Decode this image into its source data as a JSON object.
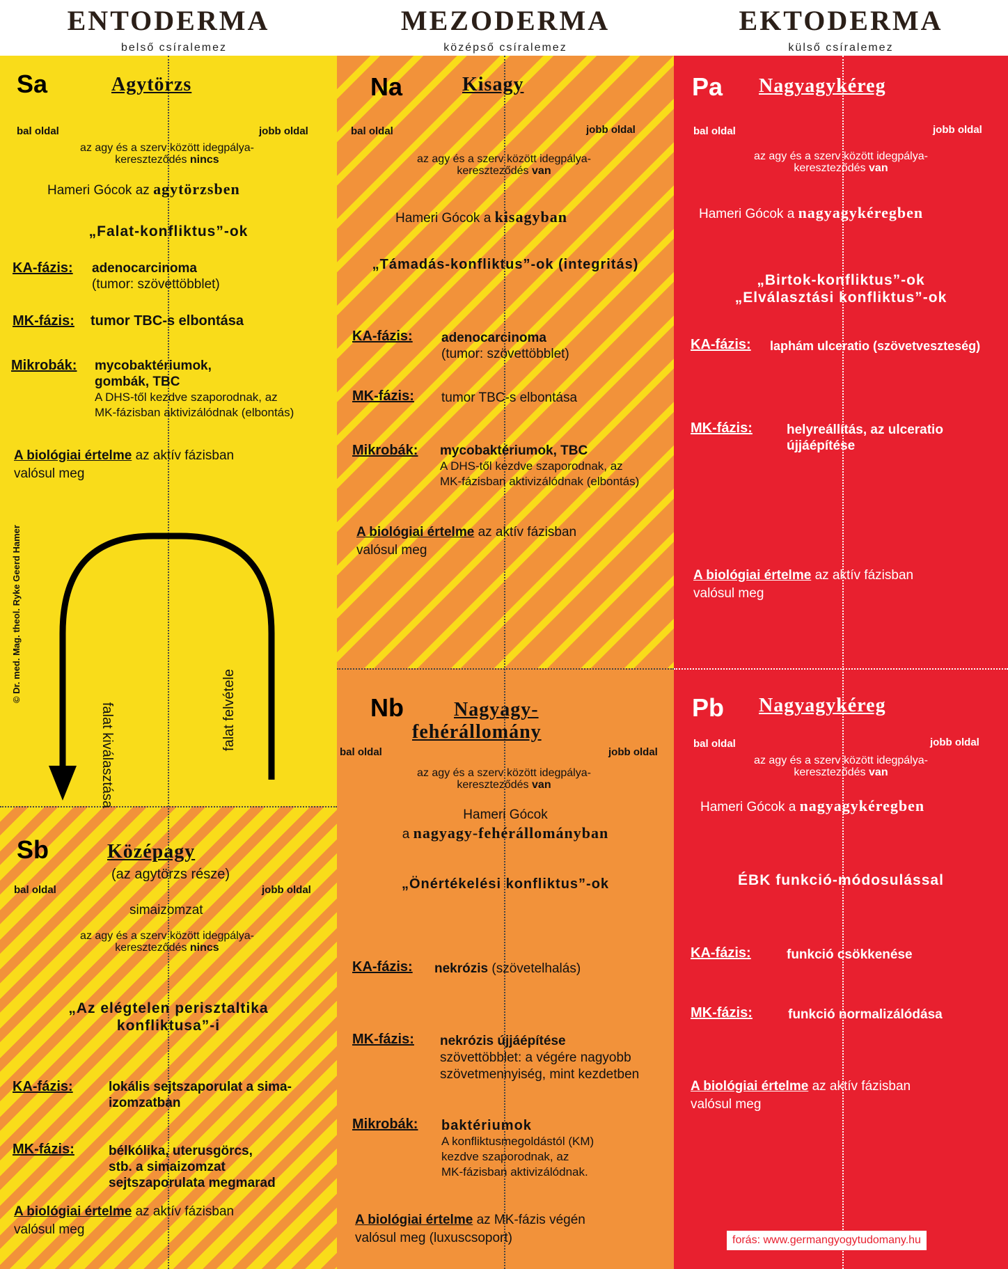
{
  "colors": {
    "yellow": "#f9dc1a",
    "orange": "#f2923a",
    "red": "#e8202f",
    "title": "#2b1f18"
  },
  "headers": [
    {
      "title": "ENTODERMA",
      "subtitle": "belső csíralemez"
    },
    {
      "title": "MEZODERMA",
      "subtitle": "középső csíralemez"
    },
    {
      "title": "EKTODERMA",
      "subtitle": "külső csíralemez"
    }
  ],
  "common": {
    "left": "bal oldal",
    "right": "jobb oldal",
    "hamer": "Hameri Gócok",
    "ka": "KA-fázis:",
    "mk": "MK-fázis:",
    "mikro": "Mikrobák:",
    "bio": "A biológiai értelme"
  },
  "sa": {
    "code": "Sa",
    "organ": "Agytörzs",
    "cross1": "az agy és a szerv között idegpálya-",
    "cross2": "kereszteződés",
    "cross3": "nincs",
    "hamer_pre": "Hameri Gócok az",
    "hamer_b": "agytörzsben",
    "conflict": "„Falat-konfliktus”-ok",
    "ka1": "adenocarcinoma",
    "ka2": "(tumor: szövettöbblet)",
    "mk": "tumor TBC-s elbontása",
    "mikro1": "mycobaktériumok,",
    "mikro2": "gombák, TBC",
    "mikro3": "A DHS-től kezdve szaporodnak, az",
    "mikro4": "MK-fázisban aktivizálódnak (elbontás)",
    "bio_rest": "az aktív fázisban",
    "bio2": "valósul meg",
    "arrow_left": "falat kiválasztása",
    "arrow_right": "falat felvétele",
    "copyright": "© Dr. med. Mag. theol. Ryke Geerd Hamer"
  },
  "sb": {
    "code": "Sb",
    "organ": "Középagy",
    "organ_sub": "(az agytörzs része)",
    "tissue": "simaizomzat",
    "cross1": "az agy és a szerv között idegpálya-",
    "cross2": "kereszteződés",
    "cross3": "nincs",
    "conflict1": "„Az elégtelen perisztaltika",
    "conflict2": "konfliktusa”-i",
    "ka1": "lokális sejtszaporulat a sima-",
    "ka2": "izomzatban",
    "mk1": "bélkólika, uterusgörcs,",
    "mk2": "stb. a simaizomzat",
    "mk3": "sejtszaporulata megmarad",
    "bio_rest": "az aktív fázisban",
    "bio2": "valósul meg"
  },
  "na": {
    "code": "Na",
    "organ": "Kisagy",
    "cross1": "az agy és a szerv között  idegpálya-",
    "cross2": "kereszteződés",
    "cross3": "van",
    "hamer_pre": "Hameri Gócok a",
    "hamer_b": "kisagyban",
    "conflict": "„Támadás-konfliktus”-ok (integritás)",
    "ka1": "adenocarcinoma",
    "ka2": "(tumor: szövettöbblet)",
    "mk": "tumor TBC-s elbontása",
    "mikro1": "mycobaktériumok, TBC",
    "mikro2": "A DHS-től kezdve szaporodnak, az",
    "mikro3": "MK-fázisban aktivizálódnak (elbontás)",
    "bio_rest": "az aktív fázisban",
    "bio2": "valósul meg"
  },
  "nb": {
    "code": "Nb",
    "organ1": "Nagyagy-",
    "organ2": "fehérállomány",
    "cross1": "az agy és a szerv között idegpálya-",
    "cross2": "kereszteződés",
    "cross3": "van",
    "hamer1": "Hameri Gócok",
    "hamer_pre": "a",
    "hamer_b": "nagyagy-fehérállományban",
    "conflict": "„Önértékelési konfliktus”-ok",
    "ka1": "nekrózis",
    "ka2": "(szövetelhalás)",
    "mk1": "nekrózis újjáépítése",
    "mk2": "szövettöbblet: a végére nagyobb",
    "mk3": "szövetmennyiség, mint kezdetben",
    "mikro1": "baktériumok",
    "mikro2": "A konfliktusmegoldástól (KM)",
    "mikro3": "kezdve szaporodnak, az",
    "mikro4": "MK-fázisban aktivizálódnak.",
    "bio_rest": "az MK-fázis végén",
    "bio2": "valósul meg (luxuscsoport)"
  },
  "pa": {
    "code": "Pa",
    "organ": "Nagyagykéreg",
    "cross1": "az agy és a szerv között  idegpálya-",
    "cross2": "kereszteződés",
    "cross3": "van",
    "hamer_pre": "Hameri Gócok a",
    "hamer_b": "nagyagykéregben",
    "conflict1": "„Birtok-konfliktus”-ok",
    "conflict2": "„Elválasztási konfliktus”-ok",
    "ka": "laphám ulceratio (szövetveszteség)",
    "mk1": "helyreállítás, az ulceratio",
    "mk2": "újjáépítése",
    "bio_rest": "az aktív fázisban",
    "bio2": "valósul meg"
  },
  "pb": {
    "code": "Pb",
    "organ": "Nagyagykéreg",
    "cross1": "az agy és a szerv között  idegpálya-",
    "cross2": "kereszteződés",
    "cross3": "van",
    "hamer_pre": "Hameri Gócok a",
    "hamer_b": "nagyagykéregben",
    "conflict": "ÉBK funkció-módosulással",
    "ka": "funkció csökkenése",
    "mk": "funkció normalizálódása",
    "bio_rest": "az aktív fázisban",
    "bio2": "valósul meg",
    "source": "forás: www.germangyogytudomany.hu"
  }
}
